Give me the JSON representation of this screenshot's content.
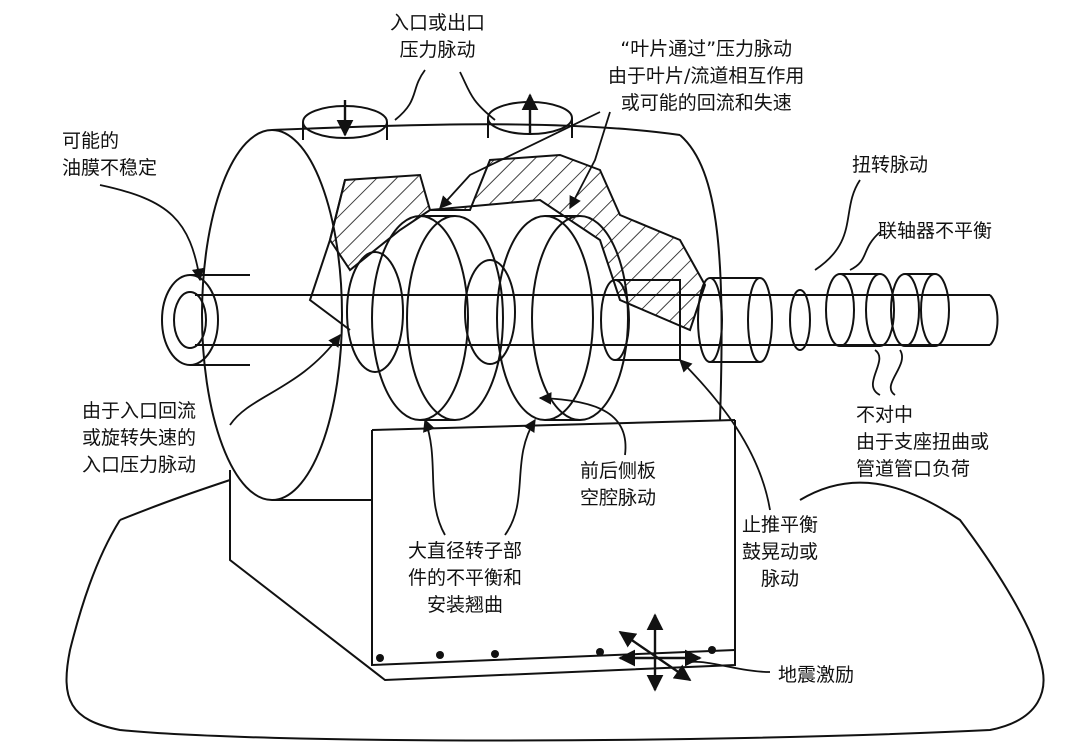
{
  "labels": {
    "inlet_outlet_pulsation": [
      "入口或出口",
      "压力脉动"
    ],
    "blade_passing": [
      "“叶片通过”压力脉动",
      "由于叶片/流道相互作用",
      "或可能的回流和失速"
    ],
    "oil_film": [
      "可能的",
      "油膜不稳定"
    ],
    "torsional": [
      "扭转脉动"
    ],
    "coupling_unbalance": [
      "联轴器不平衡"
    ],
    "inlet_recirculation": [
      "由于入口回流",
      "或旋转失速的",
      "入口压力脉动"
    ],
    "misalignment": [
      "不对中",
      "由于支座扭曲或",
      "管道管口负荷"
    ],
    "sideplate_cavity": [
      "前后侧板",
      "空腔脉动"
    ],
    "rotor_unbalance": [
      "大直径转子部",
      "件的不平衡和",
      "安装翘曲"
    ],
    "thrust_balance": [
      "止推平衡",
      "鼓晃动或",
      "脉动"
    ],
    "seismic": [
      "地震激励"
    ]
  },
  "colors": {
    "line": "#111111",
    "background": "#ffffff"
  }
}
